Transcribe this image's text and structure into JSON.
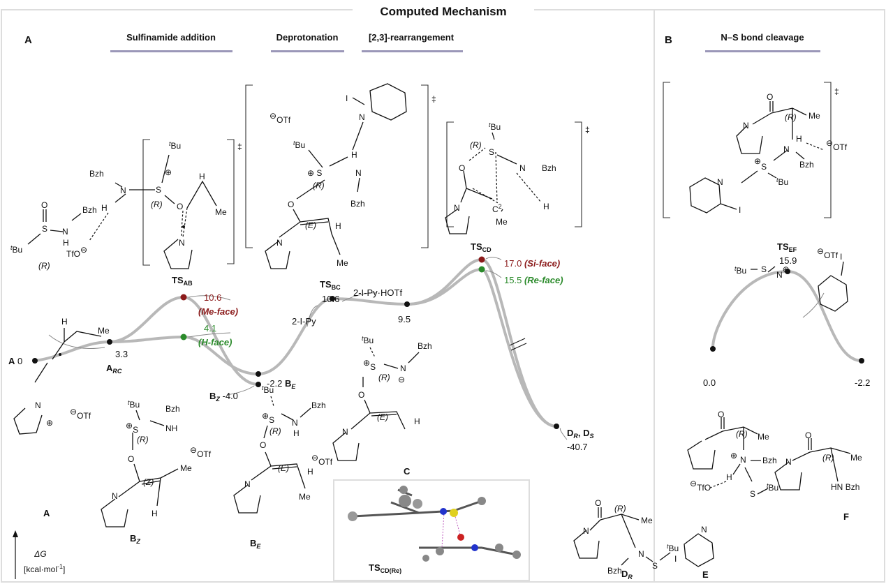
{
  "title": "Computed Mechanism",
  "panel_a": {
    "letter": "A",
    "headers": [
      "Sulfinamide addition",
      "Deprotonation",
      "[2,3]-rearrangement"
    ],
    "header_color": "#9b97b8"
  },
  "panel_b": {
    "letter": "B",
    "header": "N–S bond cleavage"
  },
  "colors": {
    "curve": "#b8b8b8",
    "disfavored": "#8b1a1a",
    "favored": "#2a8a2a",
    "point": "#111111"
  },
  "profile": {
    "A": {
      "name": "A",
      "value": "0"
    },
    "A_RC": {
      "main": "A",
      "sub": "RC",
      "value": "3.3"
    },
    "TS_AB": {
      "main": "TS",
      "sub": "AB",
      "me_value": "10.6",
      "me_face": "(Me-face)",
      "h_value": "4.1",
      "h_face": "(H-face)"
    },
    "B_Z": {
      "main": "B",
      "sub": "Z",
      "value": "-4.0"
    },
    "B_E": {
      "main": "B",
      "sub": "E",
      "value": "-2.2"
    },
    "reagent_in": "2-I-Py",
    "TS_BC": {
      "main": "TS",
      "sub": "BC",
      "value": "10.6"
    },
    "byproduct": "2-I-Py·HOTf",
    "C": {
      "value": "9.5"
    },
    "TS_CD": {
      "main": "TS",
      "sub": "CD",
      "si_value": "17.0",
      "si_face": "(Si-face)",
      "re_value": "15.5",
      "re_face": "(Re-face)"
    },
    "D": {
      "label": "D",
      "sub1": "R",
      "sep": ", ",
      "sub2": "S",
      "value": "-40.7"
    },
    "E_value": "0.0",
    "TS_EF": {
      "main": "TS",
      "sub": "EF",
      "value": "15.9"
    },
    "F_value": "-2.2"
  },
  "axis": {
    "symbol": "ΔG",
    "unit": "[kcal·mol",
    "unit_exp": "-1",
    "unit_close": "]"
  },
  "structures": {
    "labels": {
      "A": "A",
      "BZ": "B",
      "BZ_sub": "Z",
      "BE": "B",
      "BE_sub": "E",
      "C": "C",
      "DR": "D",
      "DR_sub": "R",
      "E": "E",
      "F": "F",
      "inset": "TS",
      "inset_sub": "CD(Re)"
    },
    "atoms": {
      "O": "O",
      "S": "S",
      "N": "N",
      "H": "H",
      "I": "I",
      "Bzh": "Bzh",
      "Me": "Me",
      "t": "t",
      "Bu": "Bu",
      "OTf": "OTf",
      "TfO": "TfO",
      "R": "(R)",
      "E": "(E)",
      "Z": "(Z)",
      "NH": "NH",
      "HN": "HN",
      "C": "C",
      "two": "2",
      "plus": "⊕",
      "minus": "⊖",
      "dagger": "‡"
    }
  }
}
